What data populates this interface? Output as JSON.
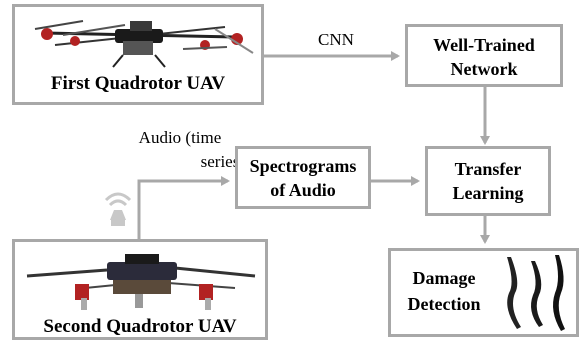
{
  "nodes": {
    "first_uav": "First Quadrotor UAV",
    "well_trained": [
      "Well-Trained",
      "Network"
    ],
    "spectrograms": [
      "Spectrograms",
      "of Audio"
    ],
    "transfer": [
      "Transfer",
      "Learning"
    ],
    "second_uav": "Second Quadrotor UAV",
    "damage": [
      "Damage",
      "Detection"
    ]
  },
  "edges": {
    "cnn": "CNN",
    "audio": [
      "Audio (time",
      "series)"
    ]
  },
  "icons": {
    "microphone": "microphone-icon",
    "drone_top": "quadrotor-drone-photo",
    "drone_bottom": "quadrotor-drone-photo",
    "propellers": "damaged-propellers-photo"
  },
  "colors": {
    "box_border": "#a8a8a8",
    "arrow": "#a8a8a8"
  }
}
